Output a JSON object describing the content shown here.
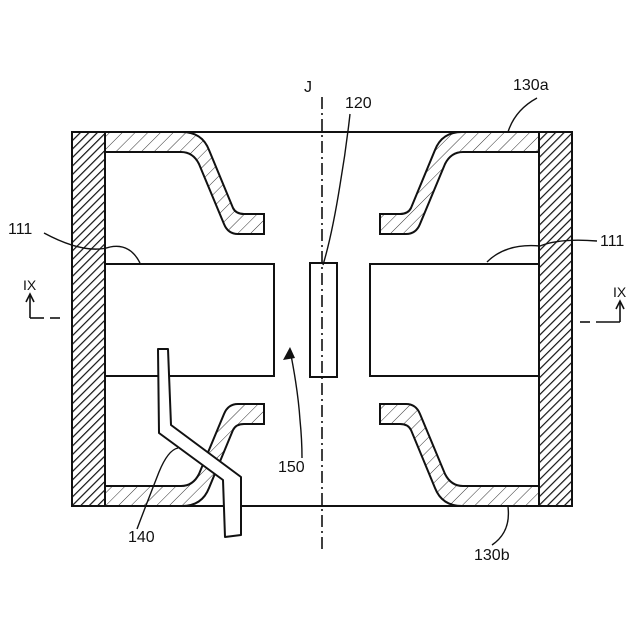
{
  "labels": {
    "axis": "J",
    "shaft": "120",
    "upper_cover": "130a",
    "lower_cover": "130b",
    "magnet_left": "111",
    "magnet_right": "111",
    "lead": "140",
    "gap": "150",
    "section_left": "IX",
    "section_right": "IX"
  },
  "colors": {
    "line": "#111111",
    "background": "#ffffff"
  }
}
